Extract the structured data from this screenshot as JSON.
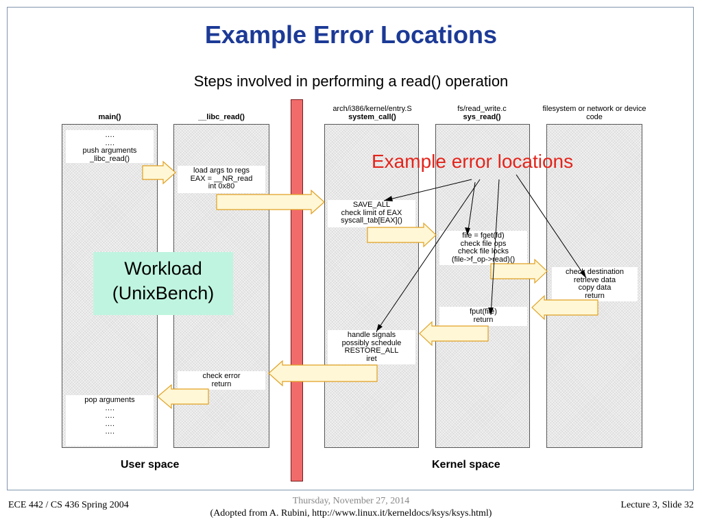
{
  "slide": {
    "title": "Example Error Locations",
    "subtitle": "Steps involved in performing a read() operation"
  },
  "columns": [
    {
      "path": "",
      "func": "main()"
    },
    {
      "path": "",
      "func": "__libc_read()"
    },
    {
      "path": "arch/i386/kernel/entry.S",
      "func": "system_call()"
    },
    {
      "path": "fs/read_write.c",
      "func": "sys_read()"
    },
    {
      "path": "filesystem or network or device code",
      "func": ""
    }
  ],
  "boxes": {
    "main_start": [
      "….",
      "….",
      "push arguments",
      "_libc_read()"
    ],
    "libc_load": [
      "load args to regs",
      "EAX = __NR_read",
      "int 0x80"
    ],
    "syscall_entry": [
      "SAVE_ALL",
      "check limit of EAX",
      "syscall_tab[EAX]()"
    ],
    "sysread_start": [
      "file = fget(fd)",
      "check file ops",
      "check file locks",
      "(file->f_op->read)()"
    ],
    "fs_code": [
      "check destination",
      "retrieve data",
      "copy data",
      "return"
    ],
    "sysread_end": [
      "fput(file)",
      "return"
    ],
    "syscall_exit": [
      "handle signals",
      "possibly schedule",
      "RESTORE_ALL",
      "iret"
    ],
    "libc_check": [
      "check error",
      "return"
    ],
    "main_end": [
      "pop arguments",
      "….",
      "….",
      "….",
      "…."
    ]
  },
  "workload": {
    "line1": "Workload",
    "line2": "(UnixBench)"
  },
  "error_label": "Example error locations",
  "space_labels": {
    "user": "User space",
    "kernel": "Kernel space"
  },
  "colors": {
    "title": "#1c3a96",
    "error_label": "#e3241b",
    "arrow_fill": "#fff7d6",
    "arrow_stroke": "#e0a020",
    "boundary": "#f26b6b",
    "workload_bg": "#bff5e0"
  },
  "footer": {
    "left": "ECE 442 / CS 436 Spring 2004",
    "center": "Thursday, November 27, 2014",
    "right": "Lecture 3, Slide 32",
    "credit": "(Adopted from A. Rubini,  http://www.linux.it/kerneldocs/ksys/ksys.html)"
  }
}
